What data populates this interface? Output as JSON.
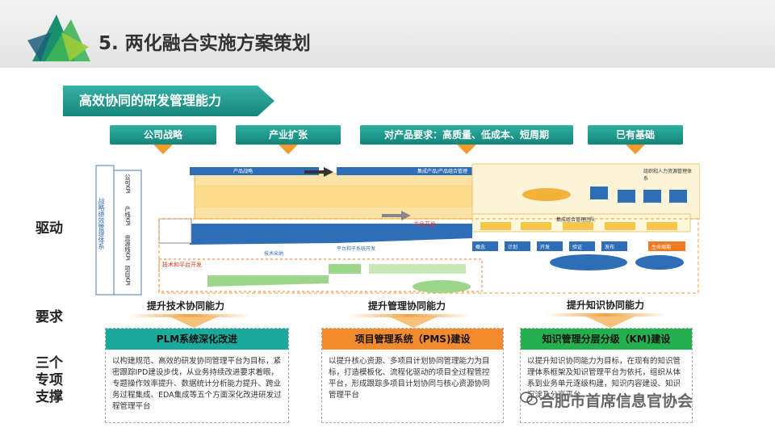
{
  "page": {
    "title": "5. 两化融合实施方案策划",
    "section_title": "高效协同的研发管理能力"
  },
  "themes": [
    "公司战略",
    "产业扩张",
    "对产品要求：高质量、低成本、短周期",
    "已有基础"
  ],
  "row_labels": {
    "drive": "驱动",
    "require": "要求",
    "support": "三个\n专项\n支撑"
  },
  "diagram": {
    "left_title": "战略绩效管理体系",
    "kpi_boxes": [
      "公司KPI",
      "产线KPI",
      "资源线KPI",
      "项目KPI"
    ],
    "labels": {
      "product_strategy": "产品战略",
      "integrated_product": "集成产品/产品组合管理",
      "org_talent": "组织和人力资源管理体系",
      "product_dev": "产品开发",
      "tech_dev": "技术和平台开发",
      "tech_adopt": "技术采纳",
      "platform": "平台和子系统开发",
      "portfolio_team": "集成组合管理团队"
    },
    "flow_steps": [
      "概念",
      "计划",
      "开发",
      "验证",
      "发布",
      "生命周期"
    ]
  },
  "capabilities": [
    "提升技术协同能力",
    "提升管理协同能力",
    "提升知识协同能力"
  ],
  "pillars": [
    {
      "title": "PLM系统深化改进",
      "body": "以构建规范、高效的研发协同管理平台为目标，紧密跟踪IPD建设步伐，从业务持续改进要求着眼，专题操作效率提升、数据统计分析能力提升、跨业务过程集成、EDA集成等五个方面深化改进研发过程管理平台",
      "color": "#1aa99a"
    },
    {
      "title": "项目管理系统（PMS)建设",
      "body": "以提升核心资源、多项目计划协同管理能力为目标，打造模板化、流程化驱动的项目全过程管控平台，形成跟踪多项目计划协同与核心资源协同管理平台",
      "color": "#f28a2e"
    },
    {
      "title": "知识管理分层分级（KM)建设",
      "body": "以提升知识协同能力为目标，在现有的知识管理体系框架及知识管理平台为依托，组织从体系到业务单元逐级构建，知识内容建设、知识沉淀及分享平台",
      "color": "#24b04e"
    }
  ],
  "watermark": "合肥市首席信息官协会",
  "colors": {
    "teal": "#1aa99a",
    "orange": "#f28a2e",
    "green": "#24b04e",
    "blue": "#2e6db8",
    "yellow": "#f7c64a"
  }
}
